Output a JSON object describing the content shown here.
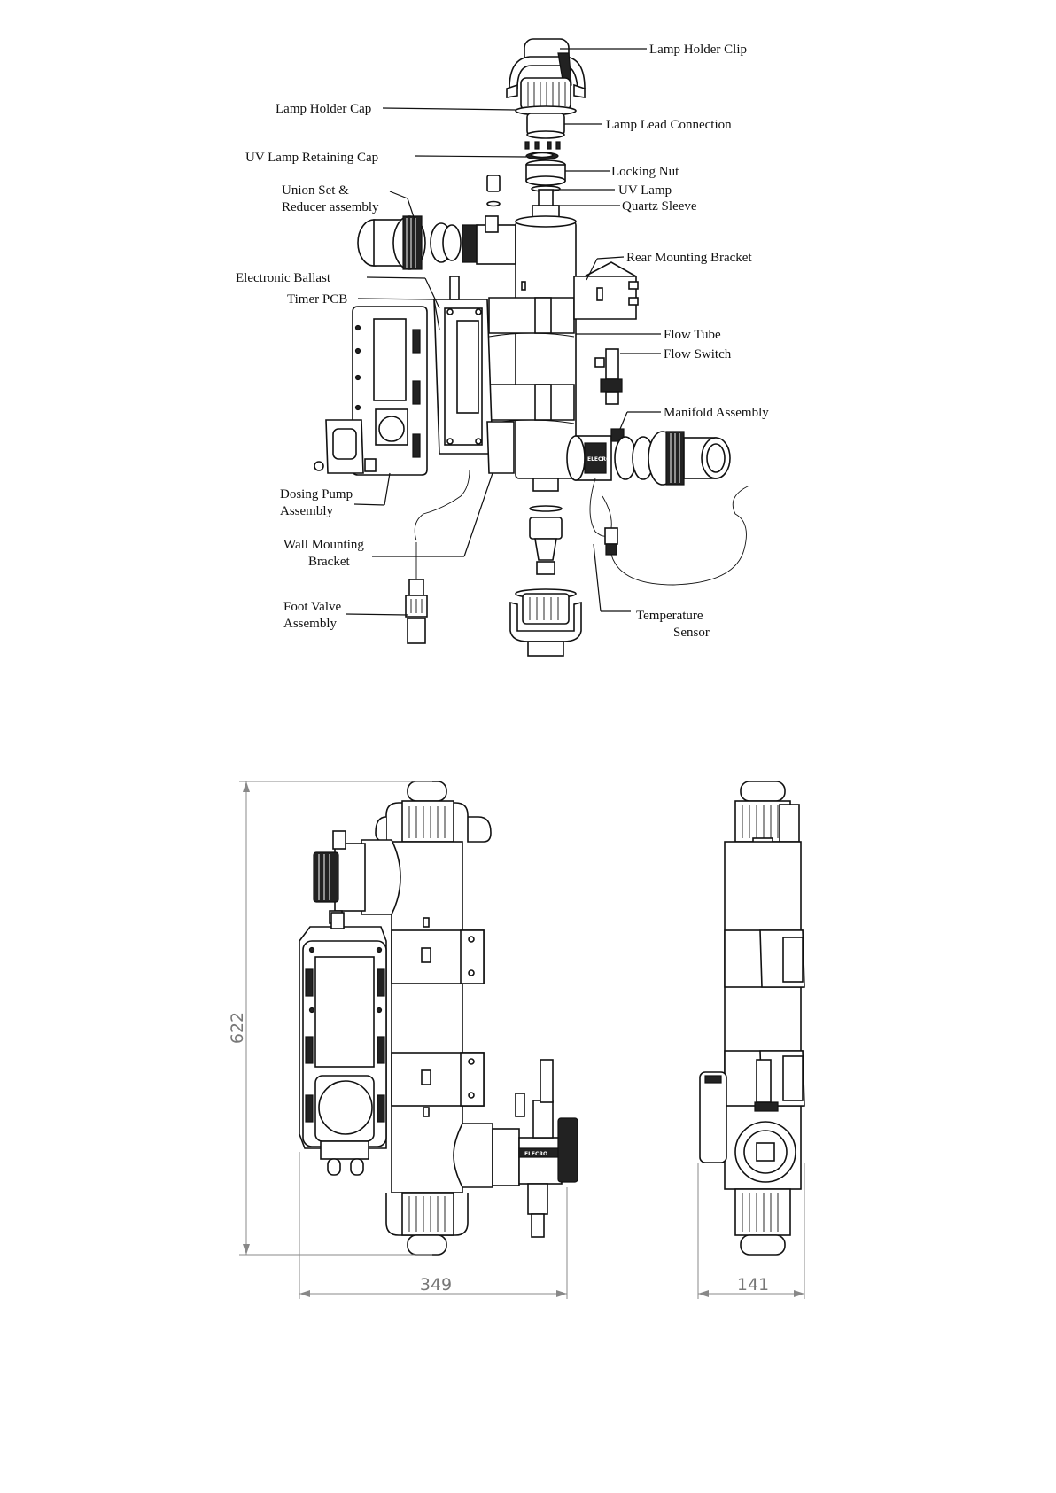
{
  "labels": {
    "lamp_holder_clip": "Lamp Holder Clip",
    "lamp_holder_cap": "Lamp Holder Cap",
    "lamp_lead_connection": "Lamp Lead Connection",
    "uv_lamp_retaining_cap": "UV Lamp Retaining Cap",
    "locking_nut": "Locking Nut",
    "union_set_line1": "Union Set &",
    "union_set_line2": "Reducer assembly",
    "uv_lamp": "UV Lamp",
    "quartz_sleeve": "Quartz Sleeve",
    "rear_mounting_bracket": "Rear Mounting Bracket",
    "electronic_ballast": "Electronic Ballast",
    "timer_pcb": "Timer PCB",
    "flow_tube": "Flow Tube",
    "flow_switch": "Flow Switch",
    "manifold_assembly": "Manifold Assembly",
    "dosing_pump_line1": "Dosing Pump",
    "dosing_pump_line2": "Assembly",
    "wall_mounting_line1": "Wall Mounting",
    "wall_mounting_line2": "Bracket",
    "foot_valve_line1": "Foot Valve",
    "foot_valve_line2": "Assembly",
    "temperature_line1": "Temperature",
    "temperature_line2": "Sensor"
  },
  "dimensions": {
    "height": "622",
    "width": "349",
    "depth": "141"
  },
  "brand": {
    "manifold_logo": "ELECRO"
  }
}
